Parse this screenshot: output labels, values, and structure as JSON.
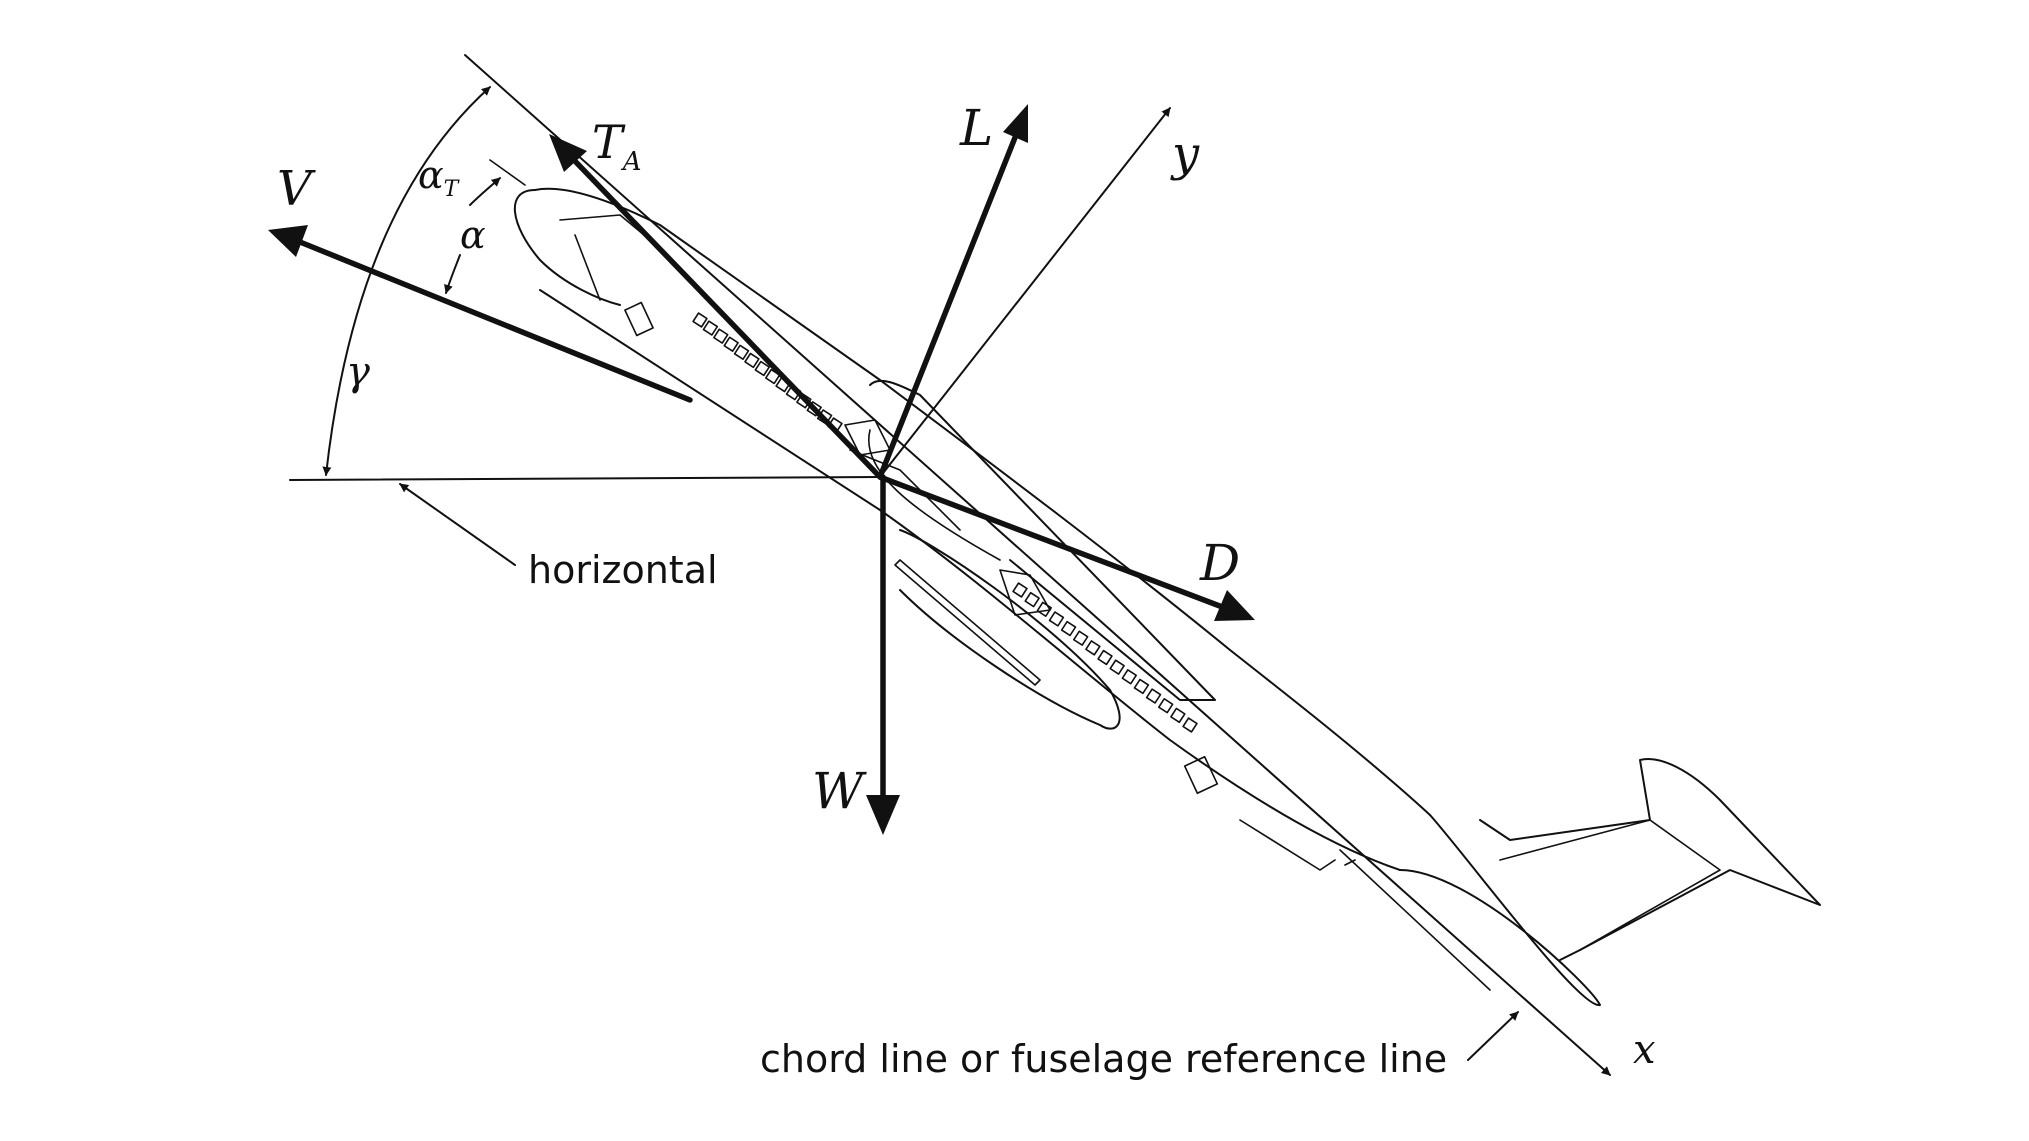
{
  "diagram": {
    "labels": {
      "lift": "L",
      "thrust": "T",
      "thrust_sub": "A",
      "velocity": "V",
      "drag": "D",
      "weight": "W",
      "y_axis": "y",
      "x_axis": "x",
      "alpha_t": "α",
      "alpha_t_sub": "T",
      "alpha": "α",
      "gamma": "γ"
    },
    "annotations": {
      "horizontal": "horizontal",
      "chord_line": "chord line or fuselage reference line"
    }
  }
}
